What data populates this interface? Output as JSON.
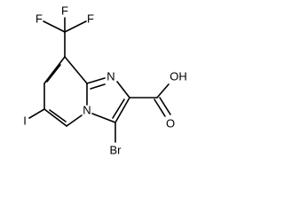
{
  "structure": {
    "atoms": {
      "f_top_left": "F",
      "f_top_center": "F",
      "f_top_right": "F",
      "iodine": "I",
      "bromine": "Br",
      "ring_nitrogen": "N",
      "bridgehead_nitrogen": "N",
      "carbonyl_oxygen": "O",
      "hydroxyl": "OH"
    }
  }
}
